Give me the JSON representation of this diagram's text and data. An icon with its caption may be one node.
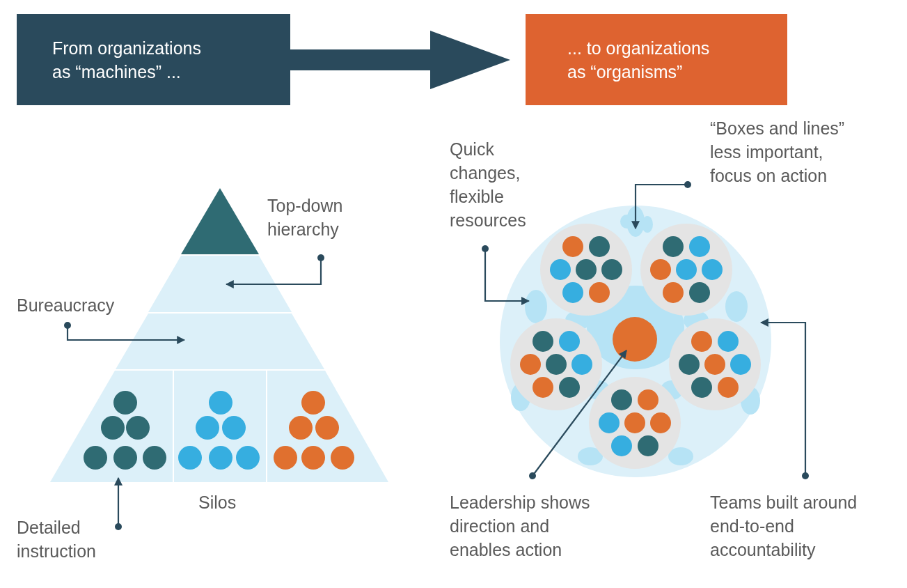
{
  "diagram": {
    "nodes": [
      {
        "text": [
          "From organizations as “machines” ..."
        ]
      },
      {
        "text": [
          "... to organizations as “organisms”"
        ]
      },
      {
        "text": [],
        "shape": "triangle"
      },
      {
        "text": [
          "Top-down hierarchy"
        ]
      },
      {
        "text": [],
        "shape": "band"
      },
      {
        "text": [
          "Bureaucracy"
        ]
      },
      {
        "text": [],
        "shape": "band"
      },
      {
        "text": [],
        "shape": "box"
      },
      {
        "text": [],
        "shape": "box"
      },
      {
        "text": [],
        "shape": "box"
      },
      {
        "text": [
          "Detailed instruction"
        ]
      },
      {
        "text": [
          "Quick changes, flexible resources"
        ]
      },
      {
        "text": [
          "“Boxes and lines” less important, focus on action"
        ]
      },
      {
        "text": [],
        "shape": "circle"
      },
      {
        "text": [],
        "shape": "circle",
        "in": 13
      },
      {
        "text": [
          "Leadership shows direction and enables action"
        ]
      },
      {
        "text": [
          "Teams built around end-to-end accountability"
        ]
      }
    ],
    "edges": [
      {
        "from": 0,
        "to": 1,
        "arrow": "to",
        "style": "thick"
      },
      {
        "from": 3,
        "to": 4,
        "arrow": "to"
      },
      {
        "from": 5,
        "to": 6,
        "arrow": "to"
      },
      {
        "from": 10,
        "to": 7,
        "arrow": "to"
      },
      {
        "from": 11,
        "to": 13,
        "arrow": "to"
      },
      {
        "from": 12,
        "to": 13,
        "arrow": "to"
      },
      {
        "from": 16,
        "to": 13,
        "arrow": "to"
      },
      {
        "from": 15,
        "to": 14,
        "arrow": "to"
      }
    ],
    "labels": [
      "Silos"
    ]
  }
}
